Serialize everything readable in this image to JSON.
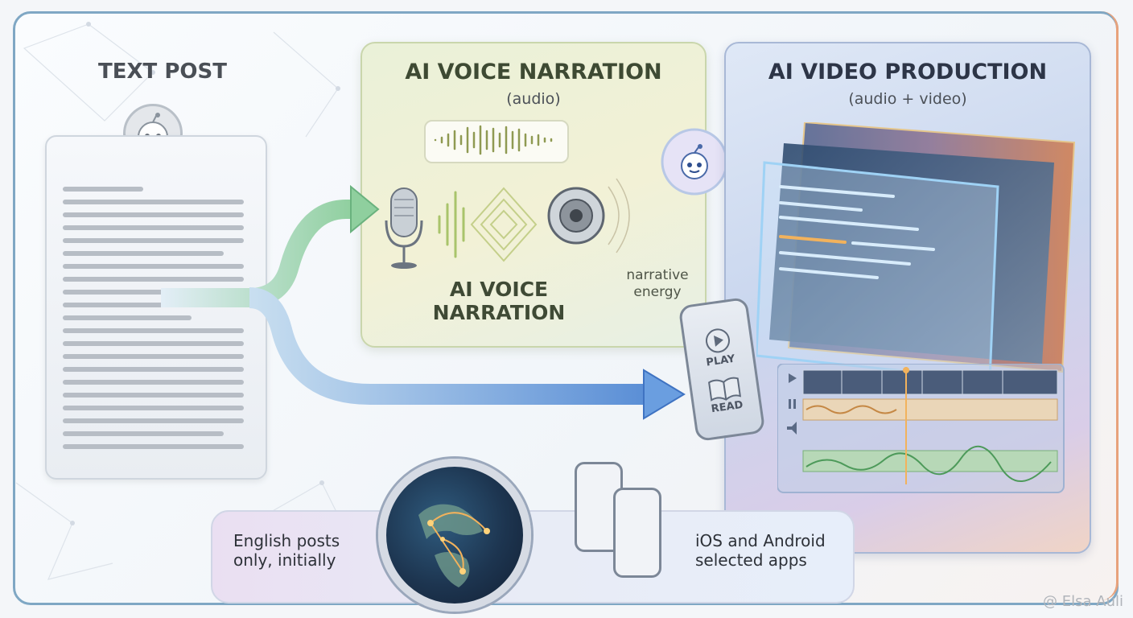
{
  "text_post": {
    "title": "TEXT POST"
  },
  "narration": {
    "title": "AI VOICE NARRATION",
    "subtitle": "(audio)",
    "label_line1": "AI VOICE",
    "label_line2": "NARRATION",
    "energy_line1": "narrative",
    "energy_line2": "energy"
  },
  "video": {
    "title": "AI VIDEO PRODUCTION",
    "subtitle": "(audio + video)"
  },
  "phone": {
    "play": "PLAY",
    "read": "READ"
  },
  "bottom": {
    "left_line1": "English posts",
    "left_line2": "only, initially",
    "right_line1": "iOS and Android",
    "right_line2": "selected apps"
  },
  "watermark": "@ Elsa Auli",
  "colors": {
    "green_arrow": "#8fcf9e",
    "blue_arrow": "#5b8fd6",
    "frame": "#7fa7c4",
    "accent": "#f2b25c"
  }
}
